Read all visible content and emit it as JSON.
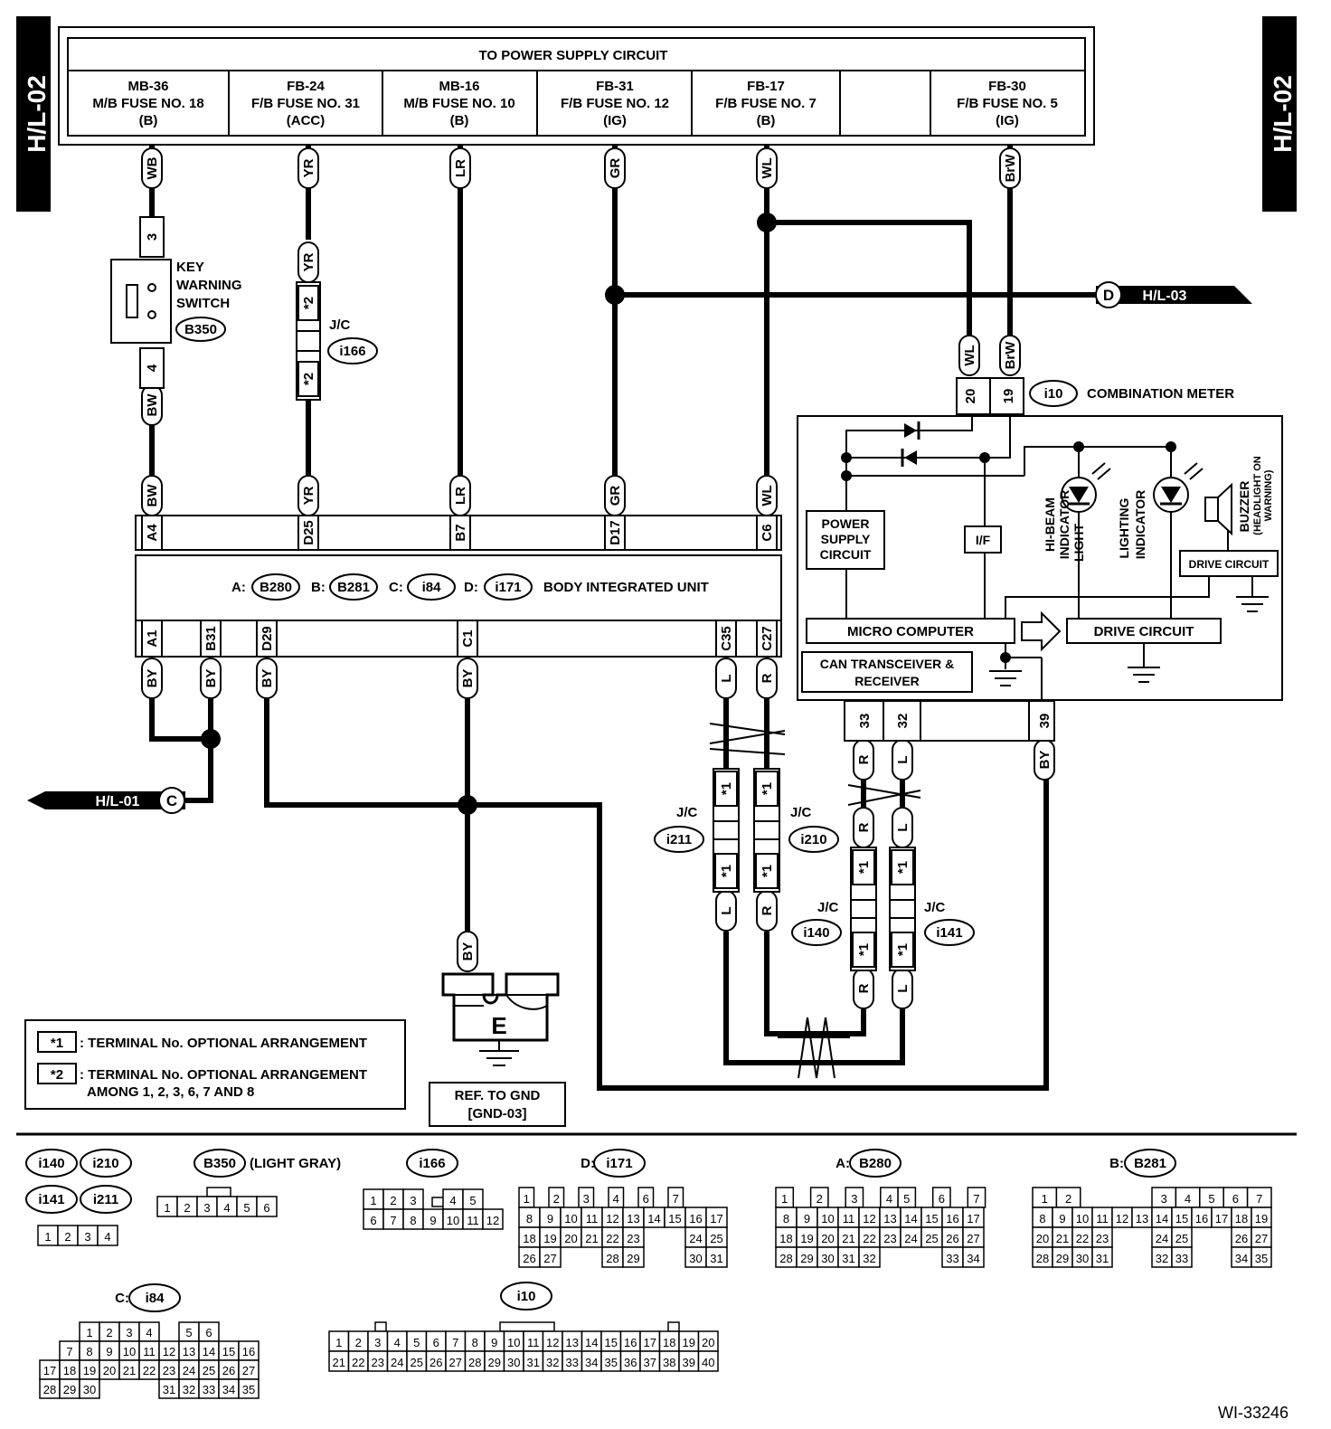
{
  "page_tags": {
    "left": "H/L-02",
    "right": "H/L-02"
  },
  "power_supply": {
    "title": "TO POWER SUPPLY CIRCUIT",
    "fuses": [
      {
        "code": "MB-36",
        "name": "M/B FUSE NO. 18",
        "mode": "(B)"
      },
      {
        "code": "FB-24",
        "name": "F/B FUSE NO. 31",
        "mode": "(ACC)"
      },
      {
        "code": "MB-16",
        "name": "M/B FUSE NO. 10",
        "mode": "(B)"
      },
      {
        "code": "FB-31",
        "name": "F/B FUSE NO. 12",
        "mode": "(IG)"
      },
      {
        "code": "FB-17",
        "name": "F/B FUSE NO. 7",
        "mode": "(B)"
      },
      {
        "code": "",
        "name": "",
        "mode": ""
      },
      {
        "code": "FB-30",
        "name": "F/B FUSE NO. 5",
        "mode": "(IG)"
      }
    ]
  },
  "wires": {
    "wb": "WB",
    "yr": "YR",
    "lr": "LR",
    "gr": "GR",
    "wl": "WL",
    "brw": "BrW",
    "bw": "BW",
    "by": "BY",
    "l": "L",
    "r": "R"
  },
  "key_switch": {
    "l1": "KEY",
    "l2": "WARNING",
    "l3": "SWITCH",
    "conn": "B350",
    "pin_top": "3",
    "pin_bottom": "4"
  },
  "jc": {
    "label": "J/C",
    "i166": "i166",
    "i211": "i211",
    "i210": "i210",
    "i140": "i140",
    "i141": "i141",
    "star1": "*1",
    "star2": "*2"
  },
  "offpage": {
    "d_letter": "D",
    "d_ref": "H/L-03",
    "c_letter": "C",
    "c_ref": "H/L-01"
  },
  "combination_meter": {
    "conn": "i10",
    "label": "COMBINATION METER",
    "pin20": "20",
    "pin19": "19",
    "pin33": "33",
    "pin32": "32",
    "pin39": "39",
    "power_supply": [
      "POWER",
      "SUPPLY",
      "CIRCUIT"
    ],
    "if": "I/F",
    "hibeam": [
      "HI-BEAM",
      "INDICATOR",
      "LIGHT"
    ],
    "lighting": [
      "LIGHTING",
      "INDICATOR"
    ],
    "buzzer": [
      "BUZZER",
      "(HEADLIGHT ON",
      "WARNING)"
    ],
    "drive_small": "DRIVE CIRCUIT",
    "micro": "MICRO COMPUTER",
    "drive": "DRIVE CIRCUIT",
    "can": [
      "CAN TRANSCEIVER &",
      "RECEIVER"
    ]
  },
  "biu": {
    "label": "BODY INTEGRATED UNIT",
    "a": "A:",
    "b": "B:",
    "c": "C:",
    "d": "D:",
    "conn_a": "B280",
    "conn_b": "B281",
    "conn_c": "i84",
    "conn_d": "i171",
    "top_pins": [
      "A4",
      "D25",
      "B7",
      "D17",
      "C6"
    ],
    "bottom_pins": [
      "A1",
      "B31",
      "D29",
      "C1",
      "C35",
      "C27"
    ]
  },
  "ground": {
    "letter": "E",
    "ref1": "REF. TO GND",
    "ref2": "[GND-03]"
  },
  "legend": {
    "k1": "*1",
    "t1": ": TERMINAL No. OPTIONAL ARRANGEMENT",
    "k2": "*2",
    "t2a": ": TERMINAL No. OPTIONAL ARRANGEMENT",
    "t2b": "AMONG 1, 2, 3, 6, 7 AND 8"
  },
  "connectors": {
    "i140": "i140",
    "i210": "i210",
    "i141": "i141",
    "i211": "i211",
    "b350": "B350",
    "b350_note": "(LIGHT GRAY)",
    "i166": "i166",
    "d_prefix": "D:",
    "i171": "i171",
    "a_prefix": "A:",
    "b280": "B280",
    "b_prefix": "B:",
    "b281": "B281",
    "c_prefix": "C:",
    "i84": "i84",
    "i10": "i10",
    "grid_4": [
      [
        "1",
        "2",
        "3",
        "4"
      ]
    ],
    "grid_b350": [
      [
        "1",
        "2",
        "3",
        "4",
        "5",
        "6"
      ]
    ],
    "grid_i166": [
      [
        "1",
        "2",
        "3",
        "",
        "4",
        "5"
      ],
      [
        "6",
        "7",
        "8",
        "9",
        "10",
        "11",
        "12"
      ]
    ],
    "grid_i171": [
      [
        "1",
        "",
        "2",
        "",
        "3",
        "",
        "4",
        "",
        "6",
        "",
        "7"
      ],
      [
        "8",
        "9",
        "10",
        "11",
        "12",
        "13",
        "14",
        "15",
        "16",
        "17"
      ],
      [
        "18",
        "19",
        "20",
        "21",
        "22",
        "23",
        "",
        "",
        "24",
        "25"
      ],
      [
        "26",
        "27",
        "",
        "",
        "28",
        "29",
        "",
        "",
        "30",
        "31"
      ]
    ],
    "grid_b280": [
      [
        "1",
        "",
        "2",
        "",
        "3",
        "",
        "4",
        "5",
        "",
        "6",
        "",
        "7"
      ],
      [
        "8",
        "9",
        "10",
        "11",
        "12",
        "13",
        "14",
        "15",
        "16",
        "17"
      ],
      [
        "18",
        "19",
        "20",
        "21",
        "22",
        "23",
        "24",
        "25",
        "26",
        "27"
      ],
      [
        "28",
        "29",
        "30",
        "31",
        "32",
        "",
        "",
        "",
        "33",
        "34"
      ]
    ],
    "grid_b281": [
      [
        "1",
        "2",
        "",
        "",
        "",
        "3",
        "4",
        "5",
        "6",
        "7"
      ],
      [
        "8",
        "9",
        "10",
        "11",
        "12",
        "13",
        "14",
        "15",
        "16",
        "17",
        "18",
        "19"
      ],
      [
        "20",
        "21",
        "22",
        "23",
        "",
        "",
        "24",
        "25",
        "",
        "",
        "26",
        "27"
      ],
      [
        "28",
        "29",
        "30",
        "31",
        "",
        "",
        "32",
        "33",
        "",
        "",
        "34",
        "35"
      ]
    ],
    "grid_i84": [
      [
        "",
        "",
        "1",
        "2",
        "3",
        "4",
        "",
        "5",
        "6"
      ],
      [
        "",
        "7",
        "8",
        "9",
        "10",
        "11",
        "12",
        "13",
        "14",
        "15",
        "16"
      ],
      [
        "17",
        "18",
        "19",
        "20",
        "21",
        "22",
        "23",
        "24",
        "25",
        "26",
        "27"
      ],
      [
        "28",
        "29",
        "30",
        "",
        "",
        "",
        "31",
        "32",
        "33",
        "34",
        "35"
      ]
    ],
    "grid_i10": [
      [
        "1",
        "2",
        "3",
        "4",
        "5",
        "6",
        "7",
        "8",
        "9",
        "10",
        "11",
        "12",
        "13",
        "14",
        "15",
        "16",
        "17",
        "18",
        "19",
        "20"
      ],
      [
        "21",
        "22",
        "23",
        "24",
        "25",
        "26",
        "27",
        "28",
        "29",
        "30",
        "31",
        "32",
        "33",
        "34",
        "35",
        "36",
        "37",
        "38",
        "39",
        "40"
      ]
    ]
  },
  "doc_id": "WI-33246"
}
